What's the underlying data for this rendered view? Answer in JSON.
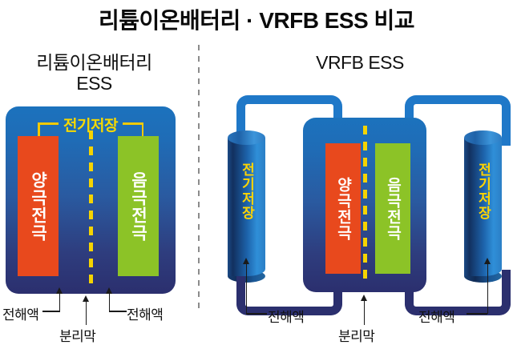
{
  "title": "리튬이온배터리 · VRFB ESS 비교",
  "divider": {
    "name": "panel-divider"
  },
  "left_panel": {
    "heading_line1": "리튬이온배터리",
    "heading_line2": "ESS",
    "storage_label": "전기저장",
    "positive_electrode": "양극전극",
    "negative_electrode": "음극전극",
    "callouts": {
      "electrolyte_left": "전해액",
      "electrolyte_right": "전해액",
      "separator": "분리막"
    }
  },
  "right_panel": {
    "heading": "VRFB ESS",
    "tank_left_label": "전기저장",
    "tank_right_label": "전기저장",
    "positive_electrode": "양극전극",
    "negative_electrode": "음극전극",
    "callouts": {
      "electrolyte_left": "전해액",
      "electrolyte_right": "전해액",
      "separator": "분리막"
    }
  },
  "colors": {
    "positive_electrode": "#e8491d",
    "negative_electrode": "#8cc327",
    "membrane": "#f5d400",
    "storage_text": "#ffd400",
    "cell_blue_top": "#1c72bd",
    "cell_blue_bottom": "#2b2f6e",
    "pipe_top": "#1f78c8",
    "pipe_bottom": "#2b2f6e",
    "background": "#ffffff",
    "title_text": "#0a0a0a"
  }
}
